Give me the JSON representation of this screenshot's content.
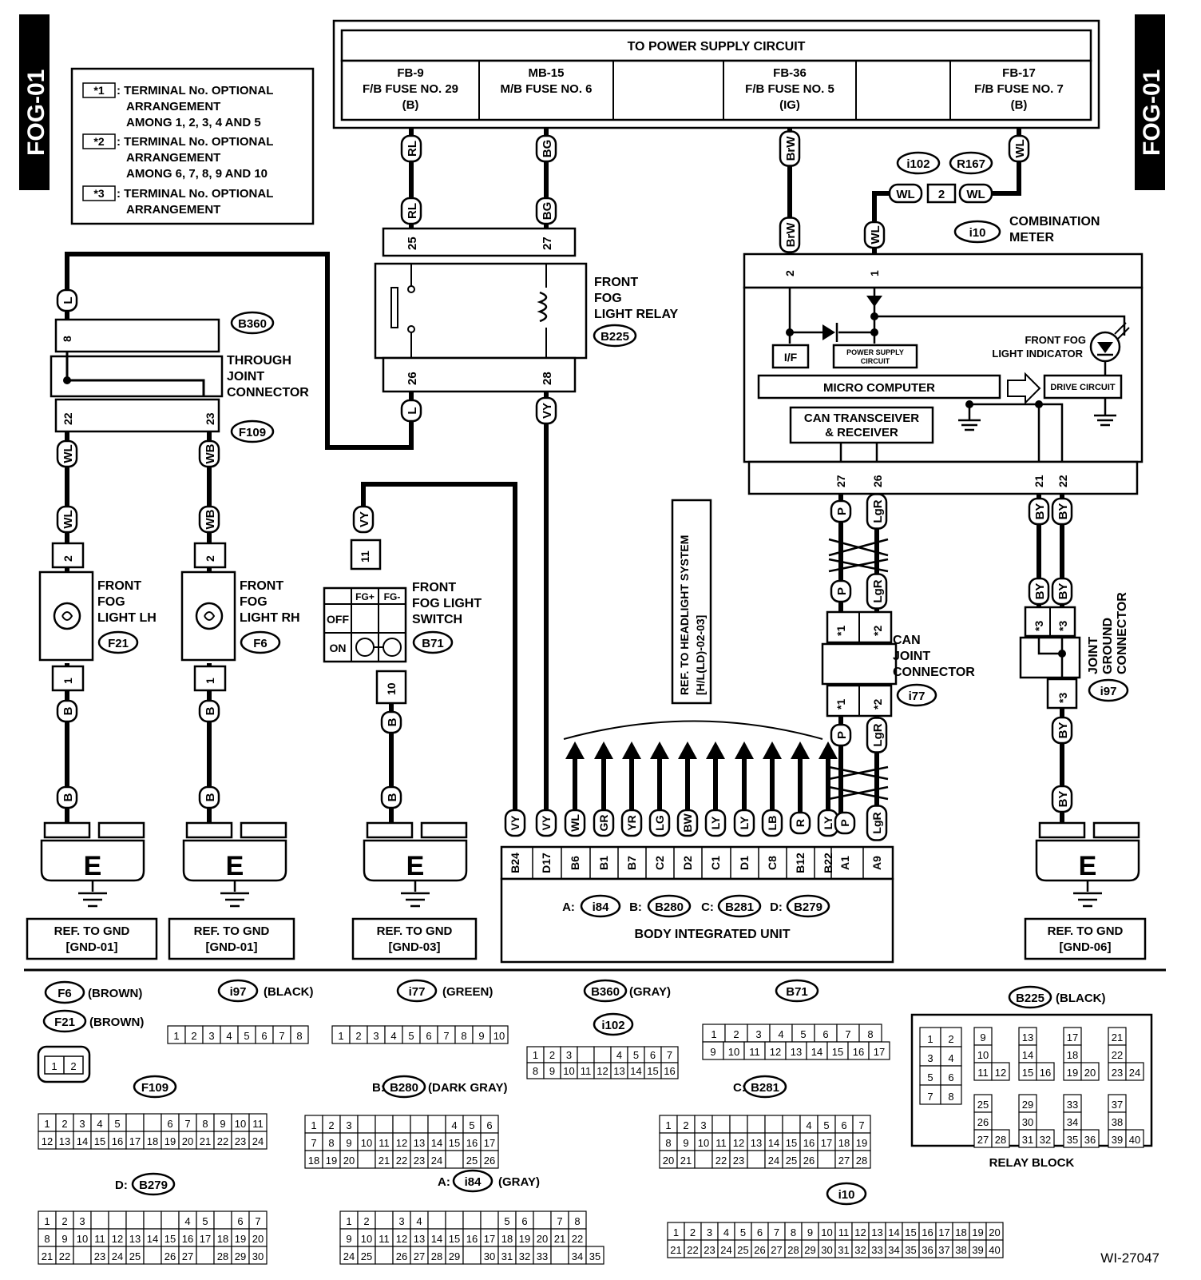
{
  "side_tab": "FOG-01",
  "legend": {
    "items": [
      {
        "tag": "*1",
        "lines": [
          ": TERMINAL No. OPTIONAL",
          "ARRANGEMENT",
          "AMONG 1, 2, 3, 4 AND 5"
        ]
      },
      {
        "tag": "*2",
        "lines": [
          ": TERMINAL No. OPTIONAL",
          "ARRANGEMENT",
          "AMONG 6, 7, 8, 9 AND 10"
        ]
      },
      {
        "tag": "*3",
        "lines": [
          ": TERMINAL No. OPTIONAL",
          "ARRANGEMENT"
        ]
      }
    ]
  },
  "power_supply": {
    "title": "TO POWER SUPPLY CIRCUIT",
    "fuses": [
      {
        "lines": [
          "FB-9",
          "F/B FUSE NO. 29",
          "(B)"
        ]
      },
      {
        "lines": [
          "MB-15",
          "M/B FUSE NO. 6",
          ""
        ]
      },
      {
        "lines": [
          "",
          "",
          ""
        ]
      },
      {
        "lines": [
          "FB-36",
          "F/B FUSE NO. 5",
          "(IG)"
        ]
      },
      {
        "lines": [
          "",
          "",
          ""
        ]
      },
      {
        "lines": [
          "FB-17",
          "F/B FUSE NO. 7",
          "(B)"
        ]
      }
    ]
  },
  "components": {
    "relay": {
      "lines": [
        "FRONT",
        "FOG",
        "LIGHT RELAY"
      ],
      "connector": "B225"
    },
    "through_joint": {
      "lines": [
        "THROUGH",
        "JOINT",
        "CONNECTOR"
      ],
      "connector_top": "B360",
      "connector_bottom": "F109"
    },
    "fog_lh": {
      "lines": [
        "FRONT",
        "FOG",
        "LIGHT LH"
      ],
      "connector": "F21"
    },
    "fog_rh": {
      "lines": [
        "FRONT",
        "FOG",
        "LIGHT RH"
      ],
      "connector": "F6"
    },
    "switch": {
      "lines": [
        "FRONT",
        "FOG LIGHT",
        "SWITCH"
      ],
      "connector": "B71",
      "off": "OFF",
      "on": "ON",
      "fg_plus": "FG+",
      "fg_minus": "FG-"
    },
    "meter": {
      "lines": [
        "COMBINATION",
        "METER"
      ],
      "connector": "i10",
      "i102": "i102",
      "r167": "R167",
      "pin2": "2"
    },
    "meter_blocks": {
      "if": "I/F",
      "psc": "POWER SUPPLY CIRCUIT",
      "micro": "MICRO COMPUTER",
      "can1": "CAN TRANSCEIVER",
      "can2": "& RECEIVER",
      "drive": "DRIVE CIRCUIT",
      "indicator1": "FRONT FOG",
      "indicator2": "LIGHT INDICATOR"
    },
    "can_joint": {
      "lines": [
        "CAN",
        "JOINT",
        "CONNECTOR"
      ],
      "connector": "i77"
    },
    "ground_joint": {
      "lines": [
        "JOINT",
        "GROUND",
        "CONNECTOR"
      ],
      "connector": "i97"
    },
    "ref_headlight": {
      "lines": [
        "REF. TO HEADLIGHT SYSTEM",
        "[H/L(LD)-02-03]"
      ]
    },
    "biu": {
      "title": "BODY INTEGRATED UNIT",
      "A": "A:",
      "A_conn": "i84",
      "B": "B:",
      "B_conn": "B280",
      "C": "C:",
      "C_conn": "B281",
      "D": "D:",
      "D_conn": "B279"
    }
  },
  "wires": {
    "RL": "RL",
    "BG": "BG",
    "BrW": "BrW",
    "WL": "WL",
    "L": "L",
    "VY": "VY",
    "WB": "WB",
    "B": "B",
    "P": "P",
    "LgR": "LgR",
    "BY": "BY"
  },
  "pins": {
    "p25": "25",
    "p27": "27",
    "p26": "26",
    "p28": "28",
    "p8": "8",
    "p22": "22",
    "p23": "23",
    "p2": "2",
    "p1": "1",
    "p11": "11",
    "p10": "10",
    "m2": "2",
    "m1": "1",
    "m27": "27",
    "m26": "26",
    "m21": "21",
    "m22": "22",
    "s1": "*1",
    "s2": "*2",
    "s3": "*3"
  },
  "biu_pins": [
    {
      "wire": "VY",
      "pin": "B24"
    },
    {
      "wire": "VY",
      "pin": "D17"
    },
    {
      "wire": "WL",
      "pin": "B6"
    },
    {
      "wire": "GR",
      "pin": "B1"
    },
    {
      "wire": "YR",
      "pin": "B7"
    },
    {
      "wire": "LG",
      "pin": "C2"
    },
    {
      "wire": "BW",
      "pin": "D2"
    },
    {
      "wire": "LY",
      "pin": "C1"
    },
    {
      "wire": "LY",
      "pin": "D1"
    },
    {
      "wire": "LB",
      "pin": "C8"
    },
    {
      "wire": "R",
      "pin": "B12"
    },
    {
      "wire": "LY",
      "pin": "B22"
    },
    {
      "wire": "P",
      "pin": "A1"
    },
    {
      "wire": "LgR",
      "pin": "A9"
    }
  ],
  "grounds": [
    {
      "label": "E",
      "ref": [
        "REF. TO GND",
        "[GND-01]"
      ]
    },
    {
      "label": "E",
      "ref": [
        "REF. TO GND",
        "[GND-01]"
      ]
    },
    {
      "label": "E",
      "ref": [
        "REF. TO GND",
        "[GND-03]"
      ]
    },
    {
      "label": "E",
      "ref": [
        "REF. TO GND",
        "[GND-06]"
      ]
    }
  ],
  "connector_views": {
    "F6": {
      "name": "F6",
      "color": "(BROWN)"
    },
    "F21": {
      "name": "F21",
      "color": "(BROWN)"
    },
    "i97": {
      "name": "i97",
      "color": "(BLACK)"
    },
    "i77": {
      "name": "i77",
      "color": "(GREEN)"
    },
    "B360": {
      "name": "B360",
      "color": "(GRAY)"
    },
    "i102": {
      "name": "i102"
    },
    "B71": {
      "name": "B71"
    },
    "B225": {
      "name": "B225",
      "color": "(BLACK)",
      "caption": "RELAY BLOCK"
    },
    "F109": {
      "name": "F109"
    },
    "B280": {
      "prefix": "B:",
      "name": "B280",
      "color": "(DARK GRAY)"
    },
    "B281": {
      "prefix": "C:",
      "name": "B281"
    },
    "B279": {
      "prefix": "D:",
      "name": "B279"
    },
    "i84": {
      "prefix": "A:",
      "name": "i84",
      "color": "(GRAY)"
    },
    "i10": {
      "name": "i10"
    }
  },
  "footer_code": "WI-27047"
}
